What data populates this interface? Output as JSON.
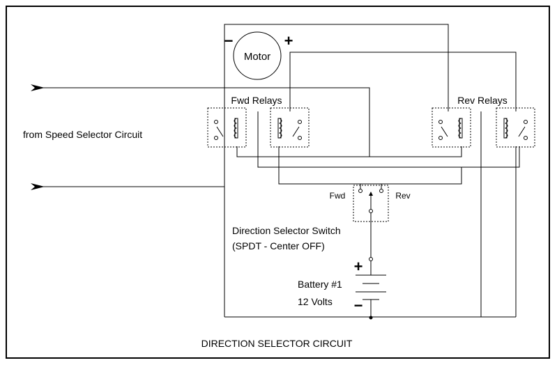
{
  "title": "DIRECTION SELECTOR CIRCUIT",
  "motor": {
    "label": "Motor",
    "minus": "−",
    "plus": "+"
  },
  "relays": {
    "fwd_label": "Fwd Relays",
    "rev_label": "Rev Relays"
  },
  "speed_selector_label": "from Speed Selector Circuit",
  "switch": {
    "fwd_label": "Fwd",
    "rev_label": "Rev",
    "title": "Direction Selector Switch",
    "subtitle": "(SPDT - Center OFF)"
  },
  "battery": {
    "label": "Battery #1",
    "voltage": "12 Volts",
    "plus": "+",
    "minus": "−"
  }
}
